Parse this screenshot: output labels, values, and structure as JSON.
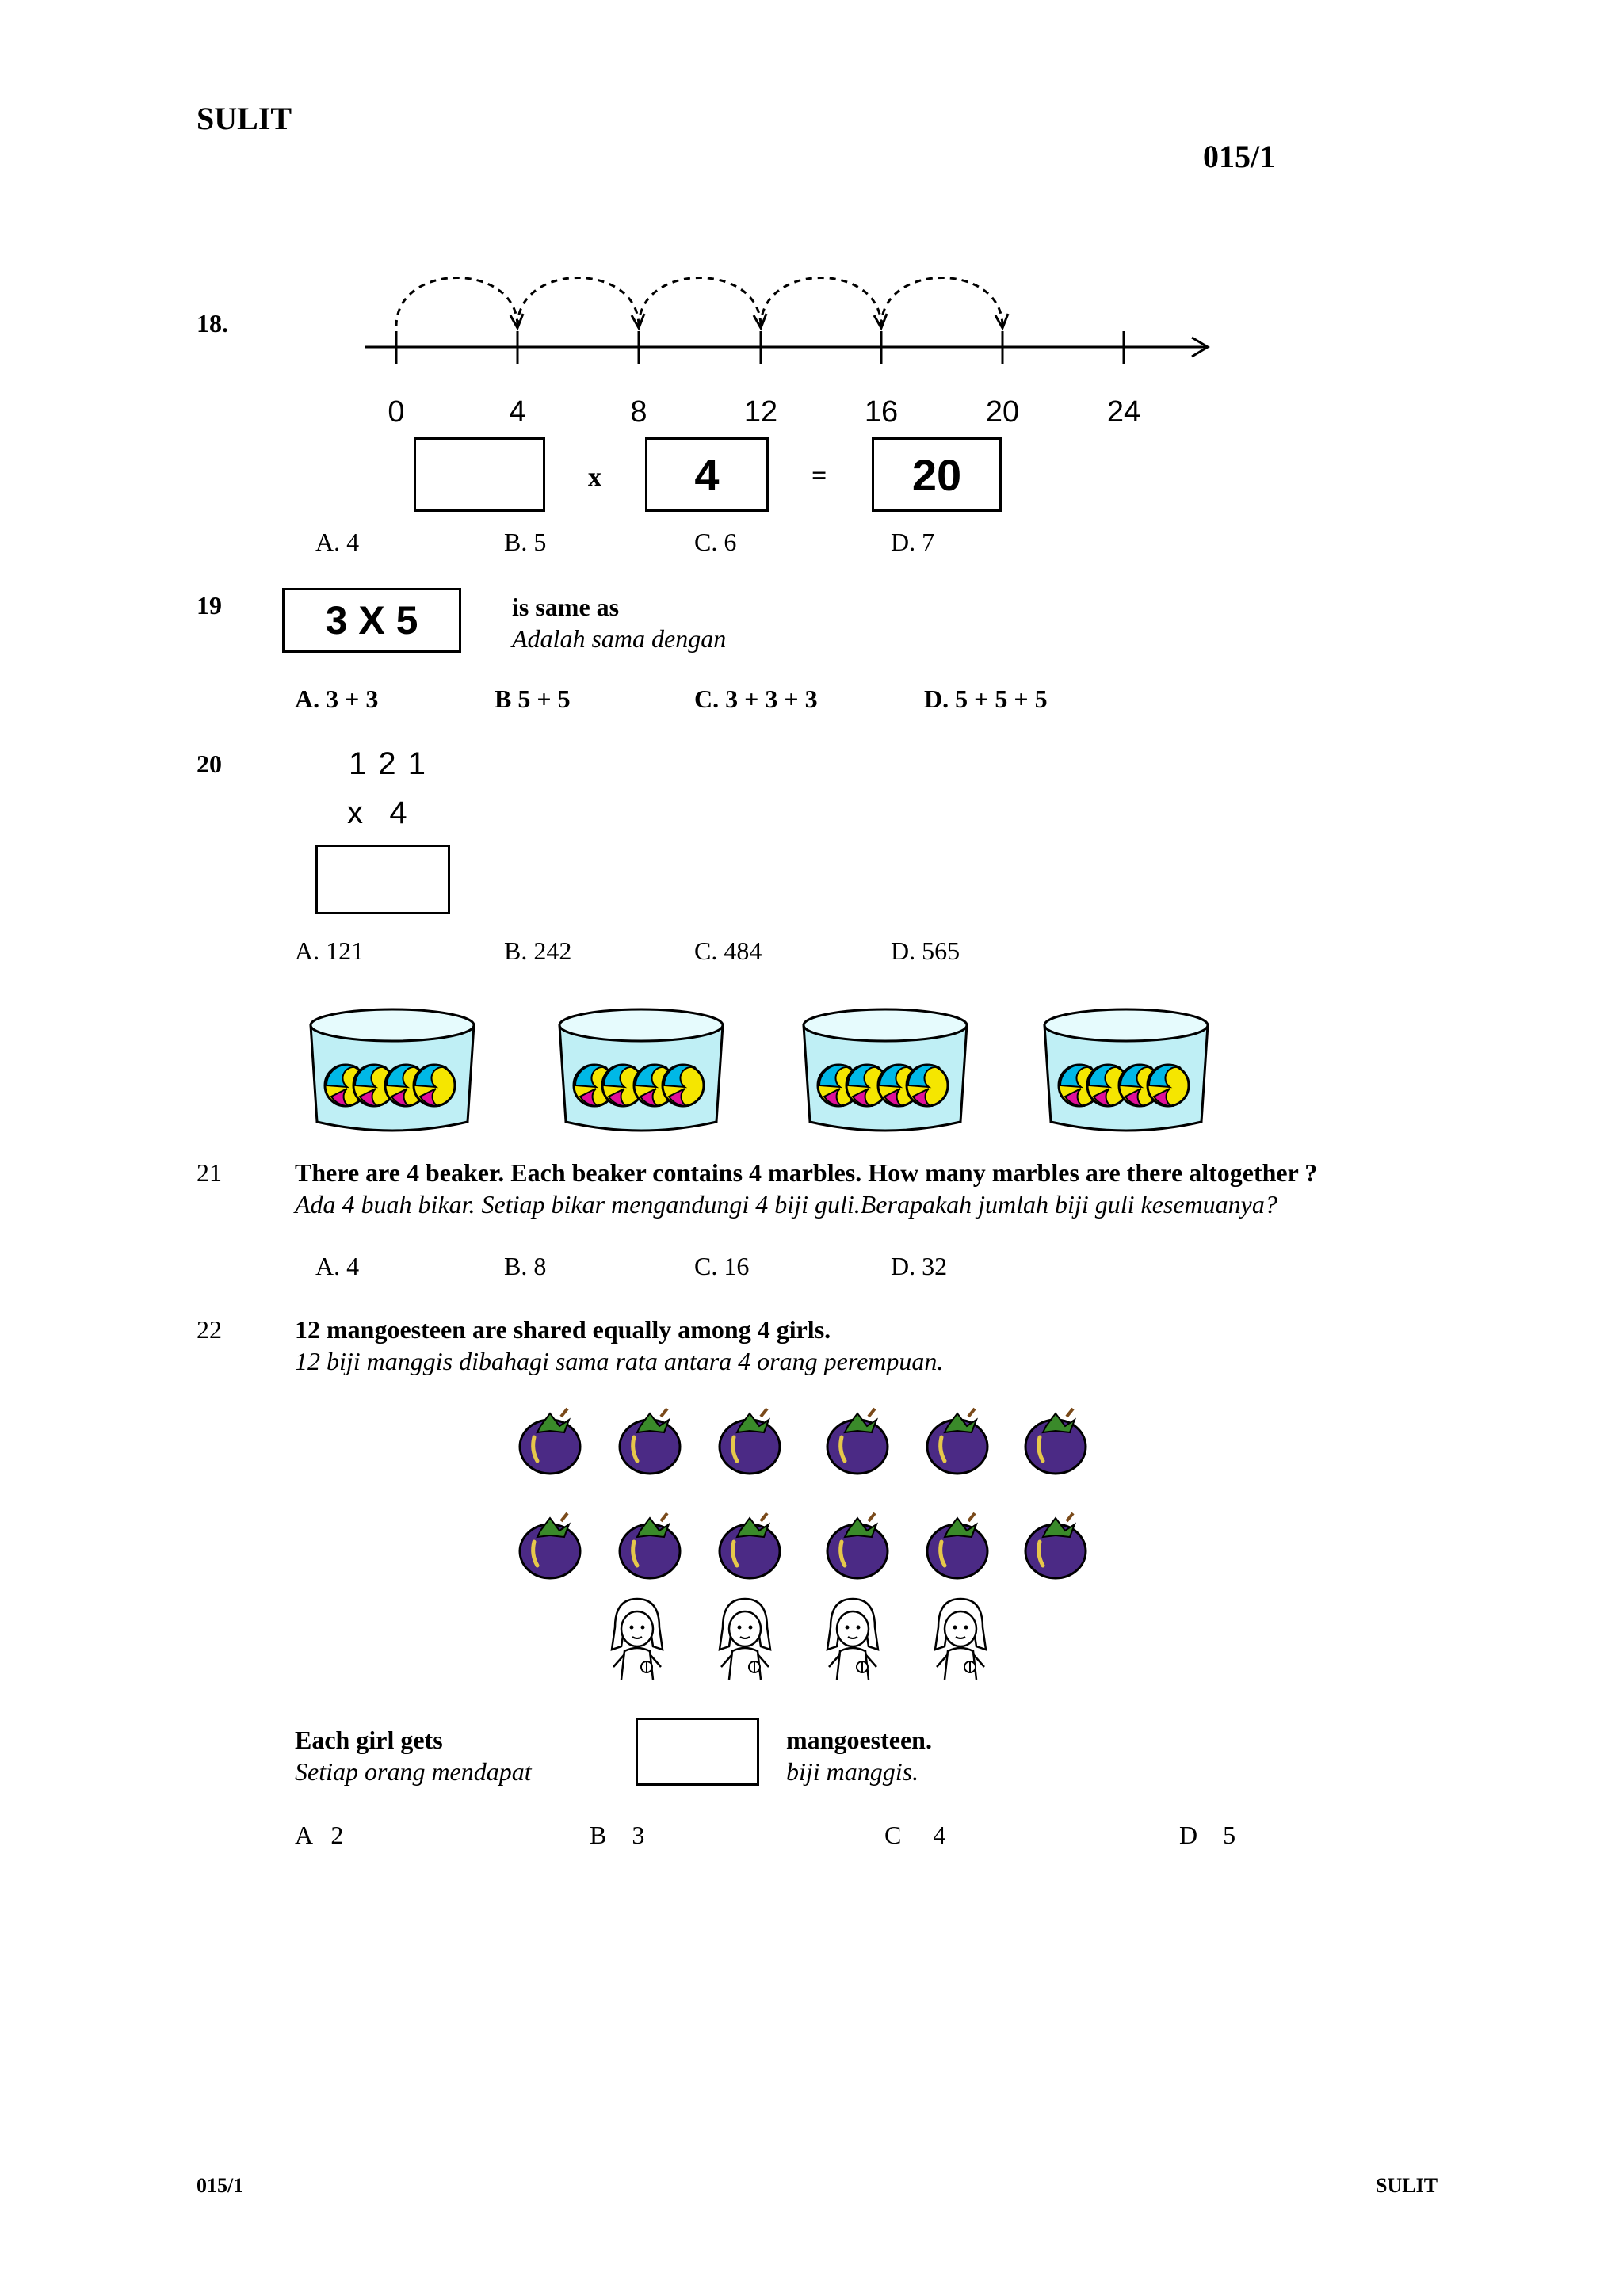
{
  "header": {
    "left": "SULIT",
    "right": "015/1"
  },
  "footer": {
    "left": "015/1",
    "right": "SULIT"
  },
  "q18": {
    "number": "18.",
    "number_line": {
      "ticks": [
        "0",
        "4",
        "8",
        "12",
        "16",
        "20",
        "24"
      ]
    },
    "equation": {
      "blank": "",
      "times": "x",
      "factor": "4",
      "equals": "=",
      "result": "20"
    },
    "options": [
      "A.   4",
      "B.   5",
      "C.   6",
      "D.   7"
    ]
  },
  "q19": {
    "number": "19",
    "expression": "3  X  5",
    "prompt_en": "is same as",
    "prompt_ms": "Adalah sama dengan",
    "options": [
      "A.   3 + 3",
      "B   5 + 5",
      "C.  3 + 3 + 3",
      "D.  5 + 5 + 5"
    ]
  },
  "q20": {
    "number": "20",
    "multiplicand": "1 2 1",
    "multiplier": "x   4",
    "options": [
      "A.   121",
      "B.  242",
      "C.   484",
      "D.   565"
    ]
  },
  "q21": {
    "number": "21",
    "text_en": "There are 4 beaker. Each beaker contains 4 marbles. How many marbles are there altogether ?",
    "text_ms": "Ada 4 buah bikar. Setiap bikar mengandungi 4 biji guli.Berapakah jumlah biji guli kesemuanya?",
    "options": [
      "A.   4",
      "B.  8",
      "C.   16",
      "D.   32"
    ]
  },
  "q22": {
    "number": "22",
    "text_en": "12  mangoesteen are shared equally among 4 girls.",
    "text_ms": "12  biji manggis dibahagi sama rata antara 4 orang perempuan.",
    "answer_prefix_en": "Each girl gets",
    "answer_prefix_ms": "Setiap orang mendapat",
    "answer_suffix_en": "mangoesteen.",
    "answer_suffix_ms": "biji manggis.",
    "options": [
      "A   2",
      "B    3",
      "C     4",
      "D    5"
    ]
  },
  "colors": {
    "fruit": "#4b2a85",
    "leaf": "#3a8a2a",
    "beaker": "#bfeff5",
    "marble_cyan": "#00b8e6",
    "marble_magenta": "#e0109a",
    "marble_yellow": "#f5e600"
  }
}
